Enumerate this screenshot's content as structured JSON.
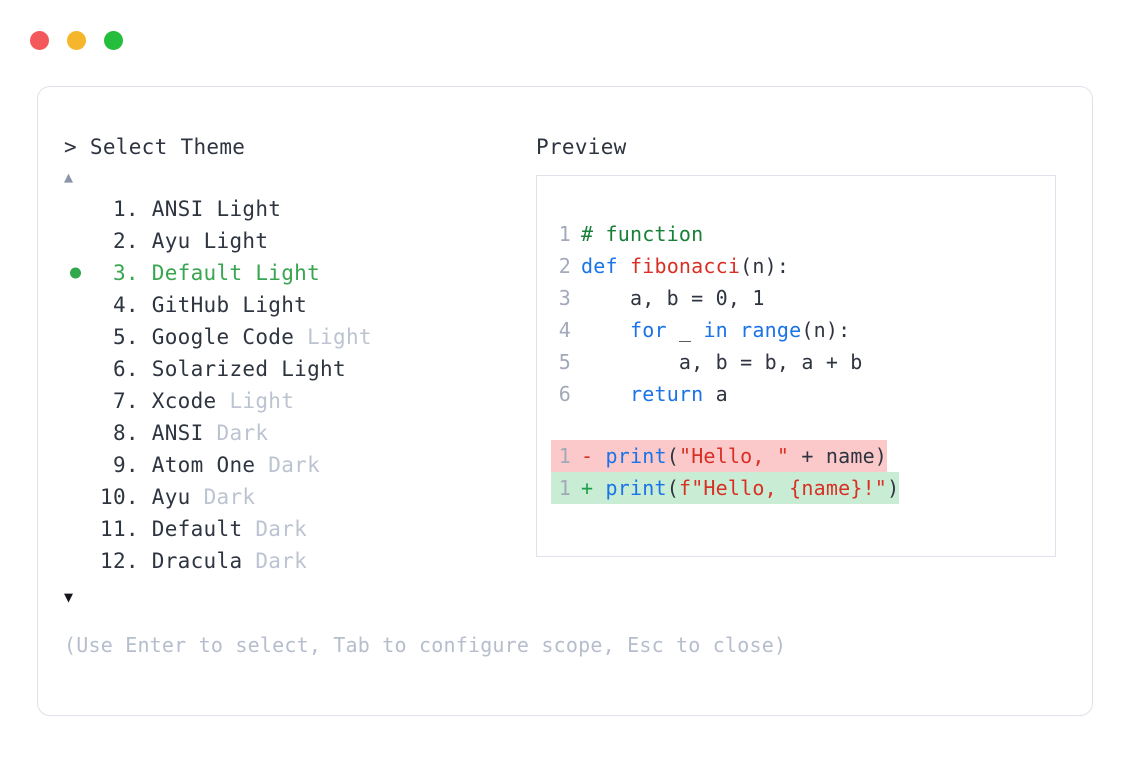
{
  "titlebar": {
    "buttons": [
      {
        "name": "close",
        "color": "#f3595b"
      },
      {
        "name": "minimize",
        "color": "#f5b62b"
      },
      {
        "name": "zoom",
        "color": "#25bd3c"
      }
    ]
  },
  "left": {
    "prompt_caret": ">",
    "prompt_label": "Select Theme",
    "scroll_up_icon": "▲",
    "scroll_down_icon": "▼",
    "selected_bullet": "●",
    "themes": [
      {
        "index": "1.",
        "name": "ANSI",
        "variant": "Light",
        "variant_muted": false,
        "selected": false
      },
      {
        "index": "2.",
        "name": "Ayu",
        "variant": "Light",
        "variant_muted": false,
        "selected": false
      },
      {
        "index": "3.",
        "name": "Default",
        "variant": "Light",
        "variant_muted": false,
        "selected": true
      },
      {
        "index": "4.",
        "name": "GitHub",
        "variant": "Light",
        "variant_muted": false,
        "selected": false
      },
      {
        "index": "5.",
        "name": "Google Code",
        "variant": "Light",
        "variant_muted": true,
        "selected": false
      },
      {
        "index": "6.",
        "name": "Solarized",
        "variant": "Light",
        "variant_muted": false,
        "selected": false
      },
      {
        "index": "7.",
        "name": "Xcode",
        "variant": "Light",
        "variant_muted": true,
        "selected": false
      },
      {
        "index": "8.",
        "name": "ANSI",
        "variant": "Dark",
        "variant_muted": true,
        "selected": false
      },
      {
        "index": "9.",
        "name": "Atom One",
        "variant": "Dark",
        "variant_muted": true,
        "selected": false
      },
      {
        "index": "10.",
        "name": "Ayu",
        "variant": "Dark",
        "variant_muted": true,
        "selected": false
      },
      {
        "index": "11.",
        "name": "Default",
        "variant": "Dark",
        "variant_muted": true,
        "selected": false
      },
      {
        "index": "12.",
        "name": "Dracula",
        "variant": "Dark",
        "variant_muted": true,
        "selected": false
      }
    ],
    "hint": "(Use Enter to select, Tab to configure scope, Esc to close)"
  },
  "right": {
    "title": "Preview",
    "code_lines": [
      {
        "num": "1",
        "tokens": [
          {
            "t": "# function",
            "c": "comment"
          }
        ]
      },
      {
        "num": "2",
        "tokens": [
          {
            "t": "def ",
            "c": "keyword"
          },
          {
            "t": "fibonacci",
            "c": "func"
          },
          {
            "t": "(n):",
            "c": "plain"
          }
        ]
      },
      {
        "num": "3",
        "tokens": [
          {
            "t": "    a, b = 0, 1",
            "c": "plain"
          }
        ]
      },
      {
        "num": "4",
        "tokens": [
          {
            "t": "    ",
            "c": "plain"
          },
          {
            "t": "for",
            "c": "keyword"
          },
          {
            "t": " _ ",
            "c": "plain"
          },
          {
            "t": "in range",
            "c": "keyword"
          },
          {
            "t": "(n):",
            "c": "plain"
          }
        ]
      },
      {
        "num": "5",
        "tokens": [
          {
            "t": "        a, b = b, a + b",
            "c": "plain"
          }
        ]
      },
      {
        "num": "6",
        "tokens": [
          {
            "t": "    ",
            "c": "plain"
          },
          {
            "t": "return",
            "c": "keyword"
          },
          {
            "t": " a",
            "c": "plain"
          }
        ]
      }
    ],
    "diff_lines": [
      {
        "num": "1",
        "marker": "-",
        "kind": "removed",
        "tokens": [
          {
            "t": "print",
            "c": "keyword"
          },
          {
            "t": "(",
            "c": "plain"
          },
          {
            "t": "\"Hello, \"",
            "c": "string"
          },
          {
            "t": " + name)",
            "c": "plain"
          }
        ]
      },
      {
        "num": "1",
        "marker": "+",
        "kind": "added",
        "tokens": [
          {
            "t": "print",
            "c": "keyword"
          },
          {
            "t": "(",
            "c": "plain"
          },
          {
            "t": "f\"Hello, {name}!\"",
            "c": "string"
          },
          {
            "t": ")",
            "c": "plain"
          }
        ]
      }
    ]
  },
  "colors": {
    "accent_green": "#38a54f",
    "muted": "#bcc3d1",
    "border": "#dfe2ea",
    "text": "#2e3440",
    "diff_removed_bg": "#fbc9c9",
    "diff_added_bg": "#c9ecd4"
  }
}
